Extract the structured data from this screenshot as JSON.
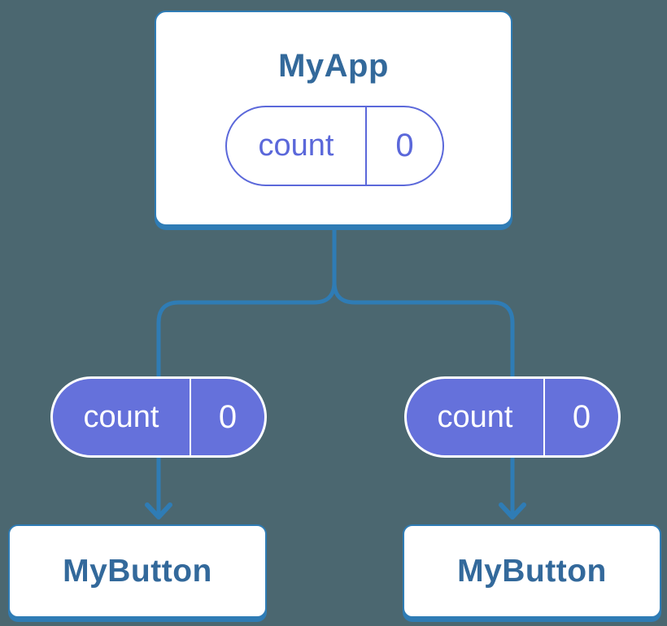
{
  "colors": {
    "background": "#4B6770",
    "connector_blue": "#2F7CB5",
    "component_label_blue": "#33699B",
    "pill_purple_fill": "#6571DB",
    "pill_purple_outline": "#5B68DA",
    "card_fill": "#FFFFFF"
  },
  "tree": {
    "root": {
      "title": "MyApp",
      "state": {
        "name": "count",
        "value": "0"
      }
    },
    "children": [
      {
        "title": "MyButton",
        "prop": {
          "name": "count",
          "value": "0"
        }
      },
      {
        "title": "MyButton",
        "prop": {
          "name": "count",
          "value": "0"
        }
      }
    ]
  }
}
